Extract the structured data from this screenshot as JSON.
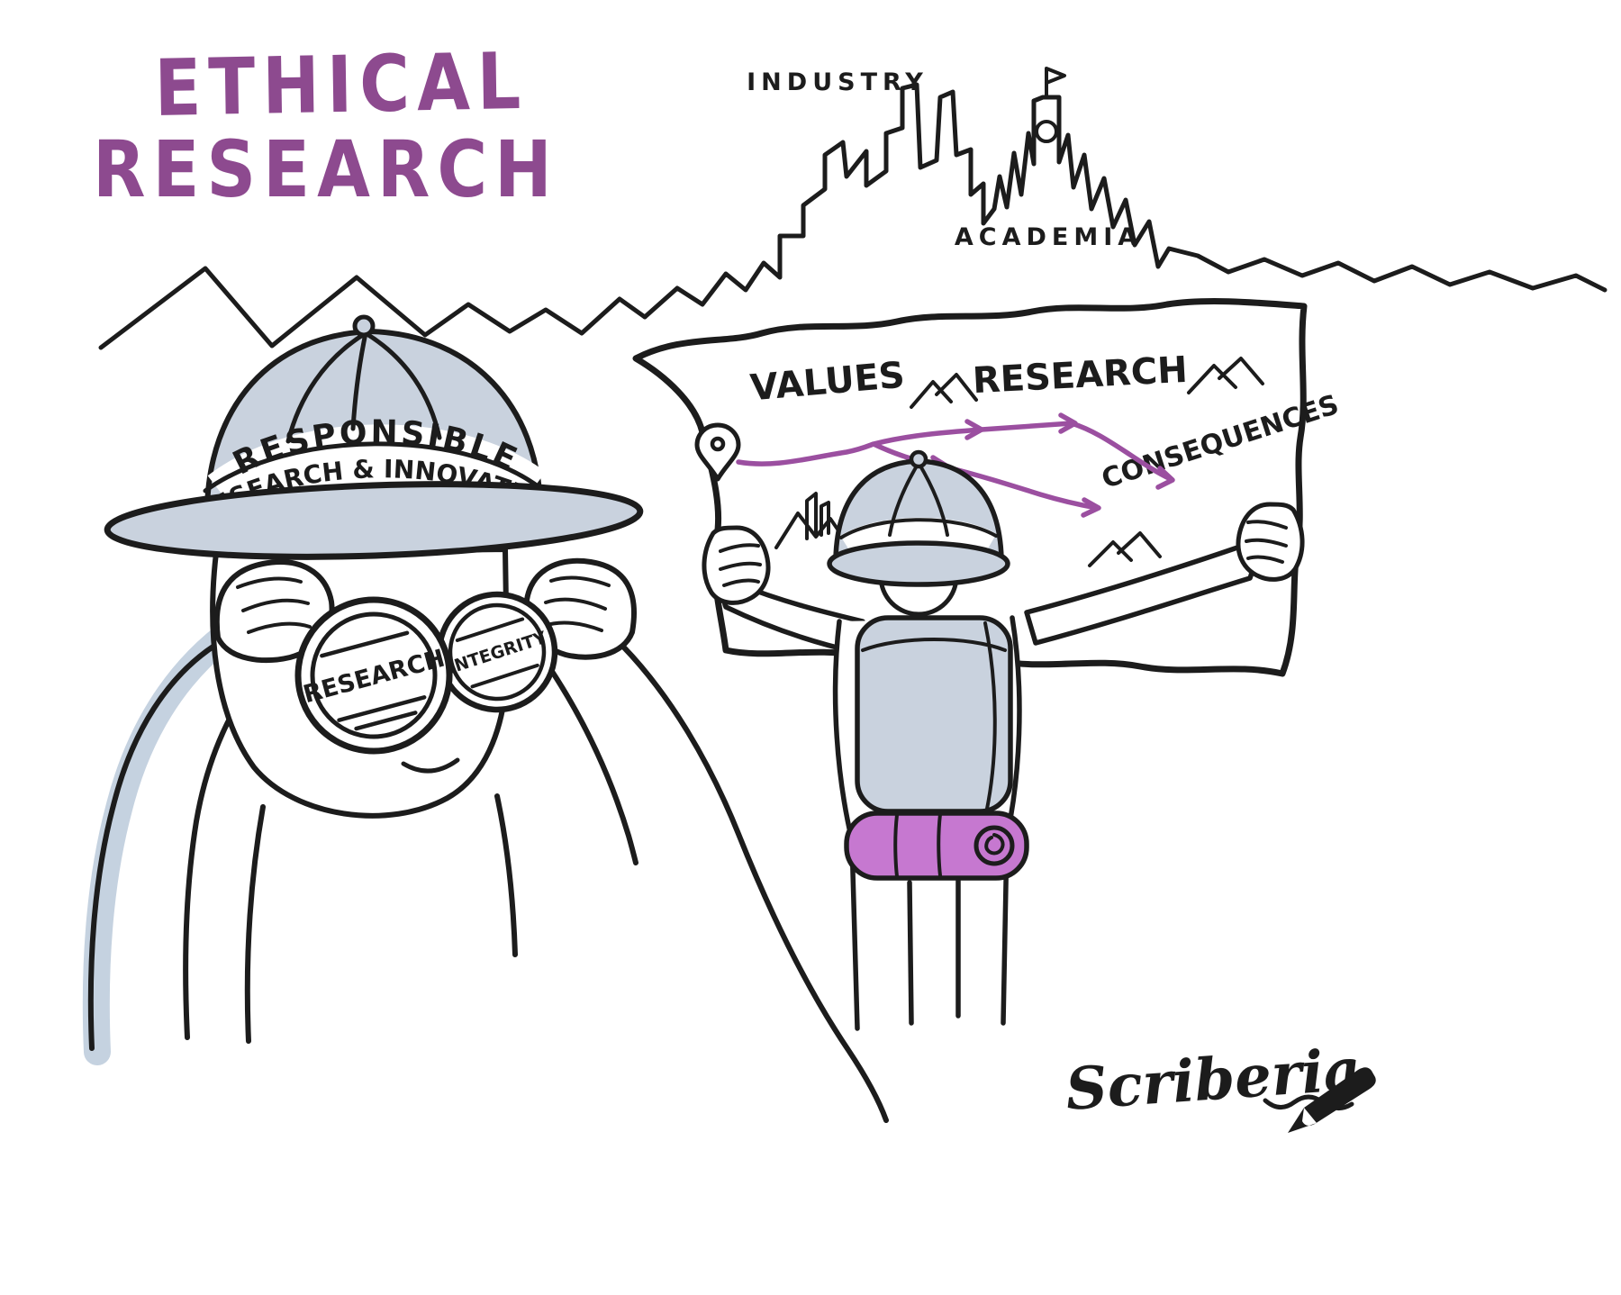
{
  "title": {
    "line1": "ETHICAL",
    "line2": "RESEARCH"
  },
  "skyline": {
    "industry_label": "INDUSTRY",
    "academia_label": "ACADEMIA"
  },
  "map": {
    "values_label": "VALUES",
    "research_label": "RESEARCH",
    "consequences_label": "CONSEQUENCES"
  },
  "left_explorer": {
    "hat_line1": "RESPONSIBLE",
    "hat_line2": "RESEARCH & INNOVATION",
    "left_lens_label": "RESEARCH",
    "right_lens_label": "INTEGRITY"
  },
  "signature": {
    "text": "Scriberia"
  },
  "colors": {
    "title": "#8d4a8f",
    "outline": "#1c1c1c",
    "hat_fill": "#c9d2de",
    "bedroll": "#c678d0",
    "trail": "#9b4fa0",
    "arm_shadow": "#c5d2e0"
  }
}
